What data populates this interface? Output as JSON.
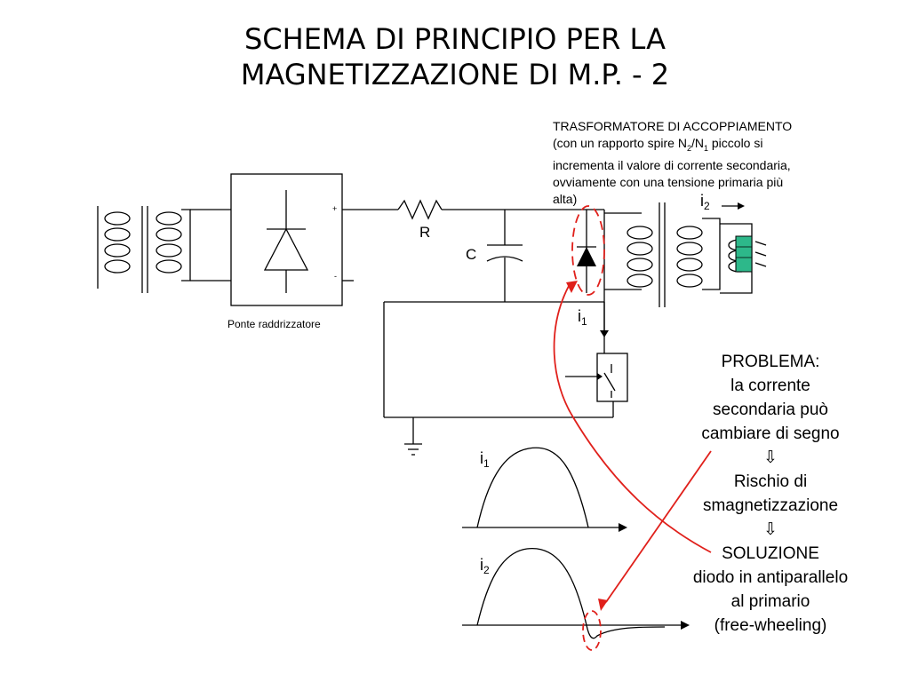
{
  "slide": {
    "title_line1": "SCHEMA DI PRINCIPIO PER LA",
    "title_line2": "MAGNETIZZAZIONE DI M.P. - 2"
  },
  "transformer_note": {
    "line1": "TRASFORMATORE DI ACCOPPIAMENTO",
    "line2_a": "(con un rapporto spire N",
    "line2_sub1": "2",
    "line2_b": "/N",
    "line2_sub2": "1",
    "line2_c": " piccolo si",
    "line3": "incrementa il valore di corrente secondaria,",
    "line4": "ovviamente con una tensione primaria più",
    "line5": "alta)"
  },
  "labels": {
    "bridge": "Ponte raddrizzatore",
    "resistor": "R",
    "capacitor": "C",
    "plus": "+",
    "minus": "-",
    "current_main": "i",
    "current_1_sub": "1",
    "current_2_sub": "2"
  },
  "side_text": {
    "problem_title": "PROBLEMA:",
    "problem_l1": "la corrente",
    "problem_l2": "secondaria può",
    "problem_l3": "cambiare di segno",
    "arrow_down": "⇩",
    "risk_l1": "Rischio di",
    "risk_l2": "smagnetizzazione",
    "solution_title": "SOLUZIONE",
    "solution_l1": "diodo in antiparallelo",
    "solution_l2": "al primario",
    "solution_l3": "(free-wheeling)"
  },
  "colors": {
    "ink": "#000000",
    "highlight": "#e0201b",
    "magnet": "#2db88a"
  }
}
